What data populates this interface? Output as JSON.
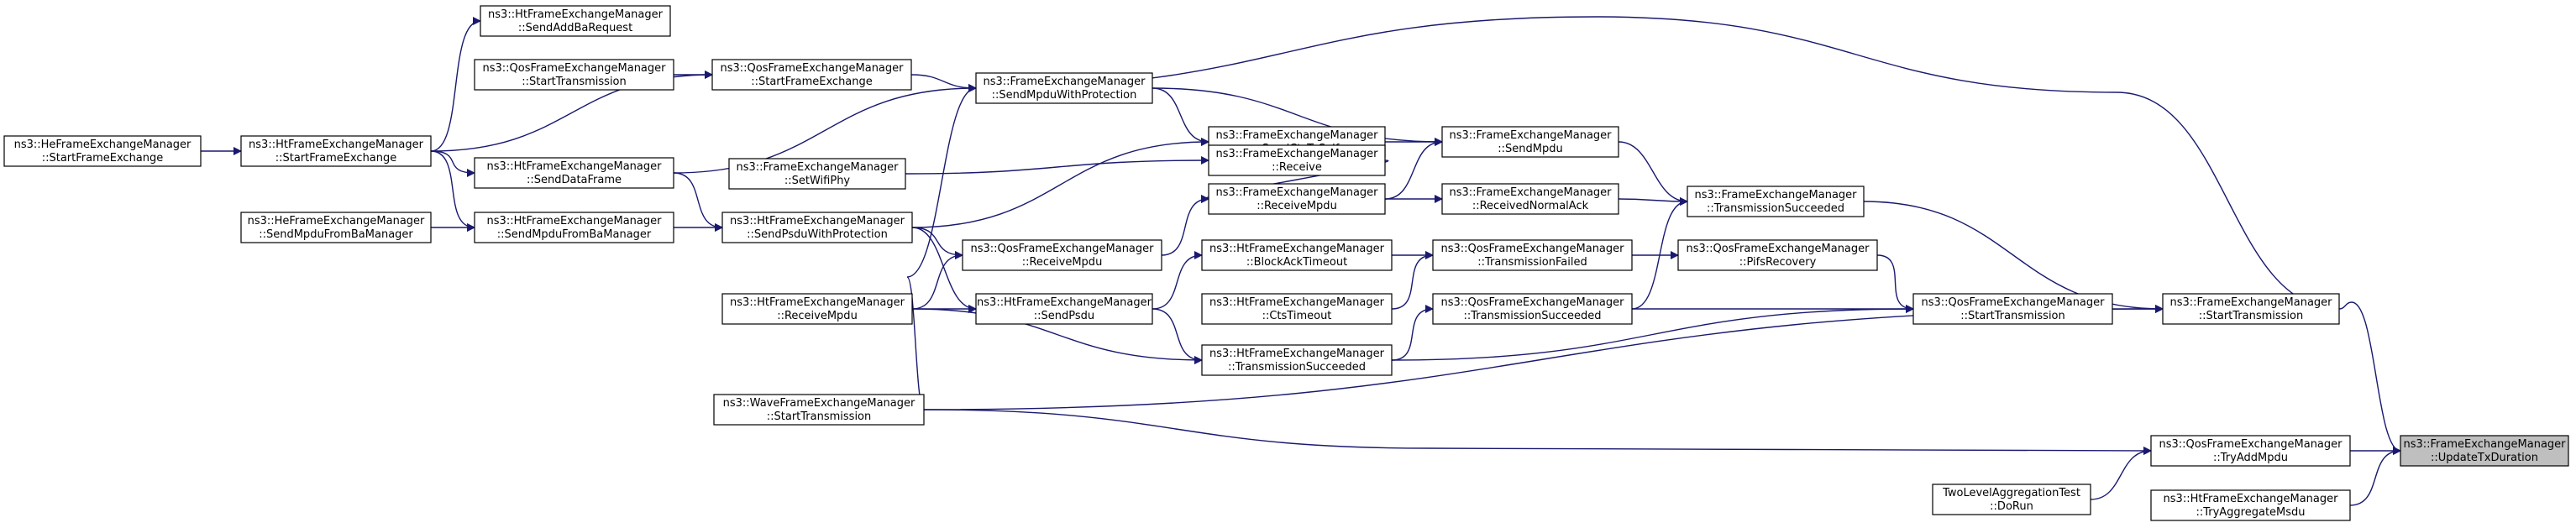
{
  "graph": {
    "kind": "caller-graph",
    "colors": {
      "edge": "#191970",
      "node_fill": "#ffffff",
      "focus_fill": "#bfbfbf",
      "node_border": "#000000"
    },
    "nodes": [
      {
        "id": "root",
        "line1": "ns3::FrameExchangeManager",
        "line2": "::UpdateTxDuration",
        "focus": true
      },
      {
        "id": "ft_start",
        "line1": "ns3::FrameExchangeManager",
        "line2": "::StartTransmission"
      },
      {
        "id": "q_tryadd",
        "line1": "ns3::QosFrameExchangeManager",
        "line2": "::TryAddMpdu"
      },
      {
        "id": "ht_tryagg",
        "line1": "ns3::HtFrameExchangeManager",
        "line2": "::TryAggregateMsdu"
      },
      {
        "id": "tla_dorun",
        "line1": "TwoLevelAggregationTest",
        "line2": "::DoRun"
      },
      {
        "id": "q_start",
        "line1": "ns3::QosFrameExchangeManager",
        "line2": "::StartTransmission"
      },
      {
        "id": "ft_txsucc",
        "line1": "ns3::FrameExchangeManager",
        "line2": "::TransmissionSucceeded"
      },
      {
        "id": "q_pifs",
        "line1": "ns3::QosFrameExchangeManager",
        "line2": "::PifsRecovery"
      },
      {
        "id": "ft_sendmpdu",
        "line1": "ns3::FrameExchangeManager",
        "line2": "::SendMpdu"
      },
      {
        "id": "ft_rxnack",
        "line1": "ns3::FrameExchangeManager",
        "line2": "::ReceivedNormalAck"
      },
      {
        "id": "q_txfail",
        "line1": "ns3::QosFrameExchangeManager",
        "line2": "::TransmissionFailed"
      },
      {
        "id": "q_txsucc",
        "line1": "ns3::QosFrameExchangeManager",
        "line2": "::TransmissionSucceeded"
      },
      {
        "id": "ft_ctstoself",
        "line1": "ns3::FrameExchangeManager",
        "line2": "::SendCtsToSelf"
      },
      {
        "id": "ft_receive",
        "line1": "ns3::FrameExchangeManager",
        "line2": "::Receive"
      },
      {
        "id": "ft_rxmpdu",
        "line1": "ns3::FrameExchangeManager",
        "line2": "::ReceiveMpdu"
      },
      {
        "id": "ht_baktimeout",
        "line1": "ns3::HtFrameExchangeManager",
        "line2": "::BlockAckTimeout"
      },
      {
        "id": "ht_ctstimeout",
        "line1": "ns3::HtFrameExchangeManager",
        "line2": "::CtsTimeout"
      },
      {
        "id": "ht_txsucc",
        "line1": "ns3::HtFrameExchangeManager",
        "line2": "::TransmissionSucceeded"
      },
      {
        "id": "ft_sendprot",
        "line1": "ns3::FrameExchangeManager",
        "line2": "::SendMpduWithProtection"
      },
      {
        "id": "ft_setwifiphy",
        "line1": "ns3::FrameExchangeManager",
        "line2": "::SetWifiPhy"
      },
      {
        "id": "q_rxmpdu",
        "line1": "ns3::QosFrameExchangeManager",
        "line2": "::ReceiveMpdu"
      },
      {
        "id": "ht_sendpsdu",
        "line1": "ns3::HtFrameExchangeManager",
        "line2": "::SendPsdu"
      },
      {
        "id": "ht_sendaddba",
        "line1": "ns3::HtFrameExchangeManager",
        "line2": "::SendAddBaRequest"
      },
      {
        "id": "q_startfe",
        "line1": "ns3::QosFrameExchangeManager",
        "line2": "::StartFrameExchange"
      },
      {
        "id": "q_start2",
        "line1": "ns3::QosFrameExchangeManager",
        "line2": "::StartTransmission"
      },
      {
        "id": "ht_senddf",
        "line1": "ns3::HtFrameExchangeManager",
        "line2": "::SendDataFrame"
      },
      {
        "id": "ht_sendpsduprot",
        "line1": "ns3::HtFrameExchangeManager",
        "line2": "::SendPsduWithProtection"
      },
      {
        "id": "ht_sendmpduba",
        "line1": "ns3::HtFrameExchangeManager",
        "line2": "::SendMpduFromBaManager"
      },
      {
        "id": "ht_rxmpdu",
        "line1": "ns3::HtFrameExchangeManager",
        "line2": "::ReceiveMpdu"
      },
      {
        "id": "wave_start",
        "line1": "ns3::WaveFrameExchangeManager",
        "line2": "::StartTransmission"
      },
      {
        "id": "ht_startfe",
        "line1": "ns3::HtFrameExchangeManager",
        "line2": "::StartFrameExchange"
      },
      {
        "id": "he_sendmpduba",
        "line1": "ns3::HeFrameExchangeManager",
        "line2": "::SendMpduFromBaManager"
      },
      {
        "id": "he_startfe",
        "line1": "ns3::HeFrameExchangeManager",
        "line2": "::StartFrameExchange"
      }
    ],
    "edges": [
      [
        "ft_start",
        "root"
      ],
      [
        "q_tryadd",
        "root"
      ],
      [
        "ht_tryagg",
        "root"
      ],
      [
        "q_start",
        "ft_start"
      ],
      [
        "ft_txsucc",
        "ft_start"
      ],
      [
        "wave_start",
        "ft_start"
      ],
      [
        "tla_dorun",
        "q_tryadd"
      ],
      [
        "wave_start",
        "q_tryadd"
      ],
      [
        "q_pifs",
        "q_start"
      ],
      [
        "q_txsucc",
        "q_start"
      ],
      [
        "ht_txsucc",
        "q_start"
      ],
      [
        "ft_sendmpdu",
        "ft_txsucc"
      ],
      [
        "ft_rxnack",
        "ft_txsucc"
      ],
      [
        "q_txsucc",
        "ft_txsucc"
      ],
      [
        "q_txfail",
        "q_pifs"
      ],
      [
        "ft_ctstoself",
        "ft_sendmpdu"
      ],
      [
        "ft_rxmpdu",
        "ft_sendmpdu"
      ],
      [
        "ft_sendprot",
        "ft_sendmpdu"
      ],
      [
        "ft_rxmpdu",
        "ft_rxnack"
      ],
      [
        "ht_baktimeout",
        "q_txfail"
      ],
      [
        "ht_ctstimeout",
        "q_txfail"
      ],
      [
        "ht_txsucc",
        "q_txsucc"
      ],
      [
        "ft_sendprot",
        "ft_ctstoself"
      ],
      [
        "ht_sendpsduprot",
        "ft_ctstoself"
      ],
      [
        "ft_receive",
        "ft_rxmpdu"
      ],
      [
        "q_rxmpdu",
        "ft_rxmpdu"
      ],
      [
        "ht_sendpsdu",
        "ht_baktimeout"
      ],
      [
        "ht_sendpsdu",
        "ht_txsucc"
      ],
      [
        "ht_rxmpdu",
        "ht_txsucc"
      ],
      [
        "ft_start",
        "ft_sendprot"
      ],
      [
        "q_startfe",
        "ft_sendprot"
      ],
      [
        "ht_senddf",
        "ft_sendprot"
      ],
      [
        "wave_start",
        "ft_sendprot"
      ],
      [
        "ft_setwifiphy",
        "ft_receive"
      ],
      [
        "ht_rxmpdu",
        "q_rxmpdu"
      ],
      [
        "ht_sendpsduprot",
        "q_rxmpdu"
      ],
      [
        "ht_rxmpdu",
        "ht_sendpsdu"
      ],
      [
        "ht_sendpsduprot",
        "ht_sendpsdu"
      ],
      [
        "ht_startfe",
        "ht_sendaddba"
      ],
      [
        "q_start2",
        "q_startfe"
      ],
      [
        "ht_startfe",
        "q_startfe"
      ],
      [
        "ht_startfe",
        "ht_senddf"
      ],
      [
        "ht_senddf",
        "ht_sendpsduprot"
      ],
      [
        "ht_sendmpduba",
        "ht_sendpsduprot"
      ],
      [
        "ht_startfe",
        "ht_sendmpduba"
      ],
      [
        "he_sendmpduba",
        "ht_sendmpduba"
      ],
      [
        "he_startfe",
        "ht_startfe"
      ]
    ]
  }
}
